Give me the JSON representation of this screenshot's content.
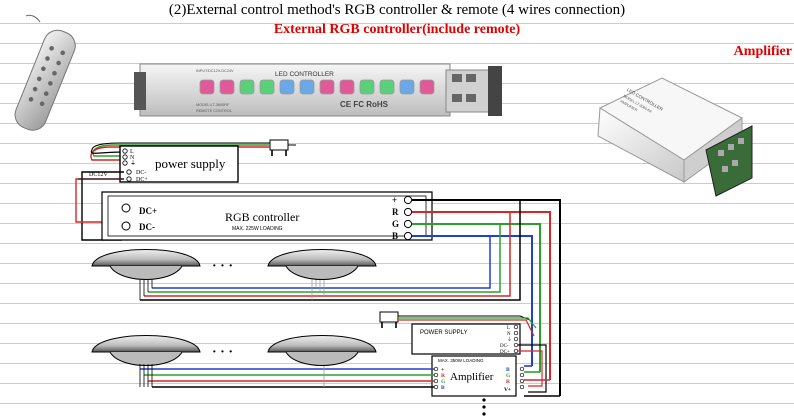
{
  "header": {
    "title": "(2)External control method's RGB controller & remote (4 wires connection)",
    "subtitle": "External RGB controller(include remote)",
    "amplifier_title": "Amplifier"
  },
  "controller_photo": {
    "label": "LED CONTROLLER",
    "input_text": "INPUT:DC12V-DC24V",
    "model_text": "MODEL:LT-3600RF",
    "remote_text": "REMOTE CONTROL",
    "cert_text": "CE FC RoHS"
  },
  "amplifier_photo": {
    "label": "LED CONTROLLER",
    "model_text": "MODEL:LT-3060-6A",
    "amplifier_text": "AMPLIFIER"
  },
  "power_supply": {
    "label": "power supply",
    "ac_terminals": [
      "L",
      "N",
      "⏚"
    ],
    "dc_terminals": [
      "DC-",
      "DC+"
    ],
    "wire_label": "DC12V"
  },
  "rgb_controller": {
    "label": "RGB controller",
    "sublabel": "MAX. 225W LOADING",
    "input_terminals": [
      "DC+",
      "DC-"
    ],
    "output_terminals": [
      "+",
      "R",
      "G",
      "B"
    ]
  },
  "power_supply_2": {
    "label": "POWER SUPPLY",
    "terminals": [
      "L",
      "N",
      "⏚",
      "DC-",
      "DC+"
    ]
  },
  "amplifier_box": {
    "label": "Amplifier",
    "sublabel": "MAX. 350W LOADING",
    "input_terminals": [
      "+",
      "R",
      "G",
      "B"
    ],
    "output_terminals": [
      "B",
      "G",
      "R",
      "V+"
    ]
  },
  "continuation": {
    "dots": "· · ·"
  }
}
